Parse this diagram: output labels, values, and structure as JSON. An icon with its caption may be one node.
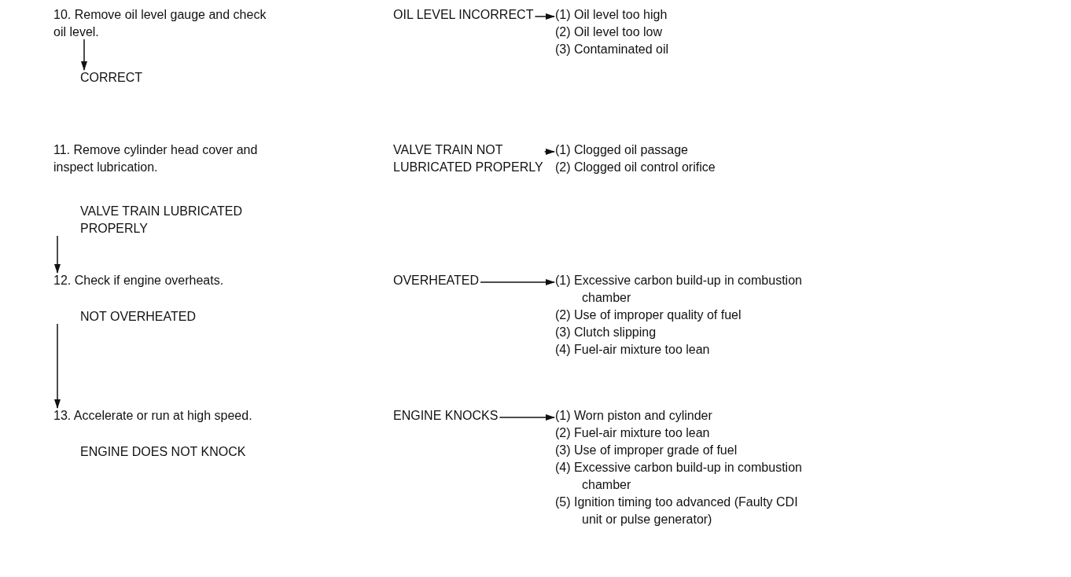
{
  "diagram": {
    "nodes": [
      {
        "text": [
          "10. Remove oil level gauge and check oil level."
        ]
      },
      {
        "text": [
          "CORRECT"
        ]
      },
      {
        "text": [
          "OIL LEVEL INCORRECT"
        ]
      },
      {
        "text": [
          "(1) Oil level too high",
          "(2) Oil level too low",
          "(3) Contaminated oil"
        ]
      },
      {
        "text": [
          "11. Remove cylinder head cover and inspect lubrication."
        ]
      },
      {
        "text": [
          "VALVE TRAIN LUBRICATED PROPERLY"
        ]
      },
      {
        "text": [
          "VALVE TRAIN NOT LUBRICATED PROPERLY"
        ]
      },
      {
        "text": [
          "(1) Clogged oil passage",
          "(2) Clogged oil control orifice"
        ]
      },
      {
        "text": [
          "12. Check if engine overheats."
        ]
      },
      {
        "text": [
          "NOT OVERHEATED"
        ]
      },
      {
        "text": [
          "OVERHEATED"
        ]
      },
      {
        "text": [
          "(1) Excessive carbon build-up in combustion chamber",
          "(2) Use of improper quality of fuel",
          "(3) Clutch slipping",
          "(4) Fuel-air mixture too lean"
        ]
      },
      {
        "text": [
          "13. Accelerate or run at high speed."
        ]
      },
      {
        "text": [
          "ENGINE DOES NOT KNOCK"
        ]
      },
      {
        "text": [
          "ENGINE KNOCKS"
        ]
      },
      {
        "text": [
          "(1) Worn piston and cylinder",
          "(2) Fuel-air mixture too lean",
          "(3) Use of improper grade of fuel",
          "(4) Excessive carbon build-up in combustion chamber",
          "(5) Ignition timing too advanced (Faulty CDI unit or pulse generator)"
        ]
      }
    ],
    "edges": [
      {
        "from": 0,
        "to": 1,
        "arrow": "to"
      },
      {
        "from": 2,
        "to": 3,
        "arrow": "to"
      },
      {
        "from": 6,
        "to": 7,
        "arrow": "to"
      },
      {
        "from": 5,
        "to": 8,
        "arrow": "to"
      },
      {
        "from": 10,
        "to": 11,
        "arrow": "to"
      },
      {
        "from": 9,
        "to": 12,
        "arrow": "to"
      },
      {
        "from": 14,
        "to": 15,
        "arrow": "to"
      }
    ]
  }
}
